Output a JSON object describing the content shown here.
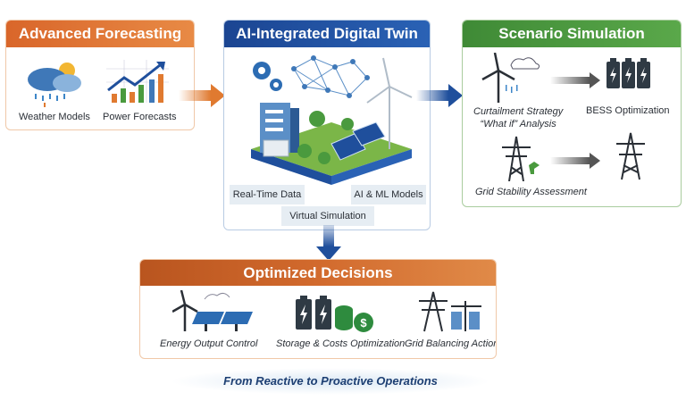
{
  "forecasting": {
    "title": "Advanced Forecasting",
    "items": [
      "Weather Models",
      "Power Forecasts"
    ]
  },
  "twin": {
    "title": "AI-Integrated Digital Twin",
    "chips": [
      "Real-Time Data",
      "AI & ML Models",
      "Virtual Simulation"
    ]
  },
  "scenario": {
    "title": "Scenario Simulation",
    "items": [
      "Curtailment Strategy",
      "“What if” Analysis",
      "BESS Optimization",
      "Grid Stability Assessment"
    ]
  },
  "decisions": {
    "title": "Optimized Decisions",
    "items": [
      "Energy Output Control",
      "Storage & Costs Optimization",
      "Grid Balancing Actions"
    ]
  },
  "tagline": "From Reactive to Proactive Operations",
  "colors": {
    "orange": "#e07a30",
    "blue": "#1f4f9c",
    "green": "#4a9a3e",
    "navy": "#1d3f73"
  }
}
